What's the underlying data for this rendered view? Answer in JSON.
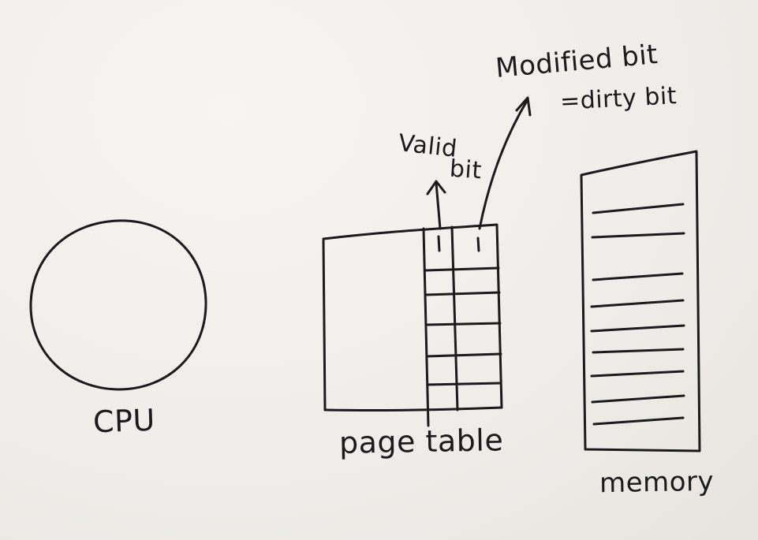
{
  "labels": {
    "cpu": "CPU",
    "page_table": "page table",
    "memory": "memory",
    "valid": "Valid",
    "valid_bit": "bit",
    "modified_bit": "Modified bit",
    "dirty_bit": "=dirty bit"
  },
  "colors": {
    "ink": "#1b1b1d",
    "paper": "#f3f1ee"
  }
}
